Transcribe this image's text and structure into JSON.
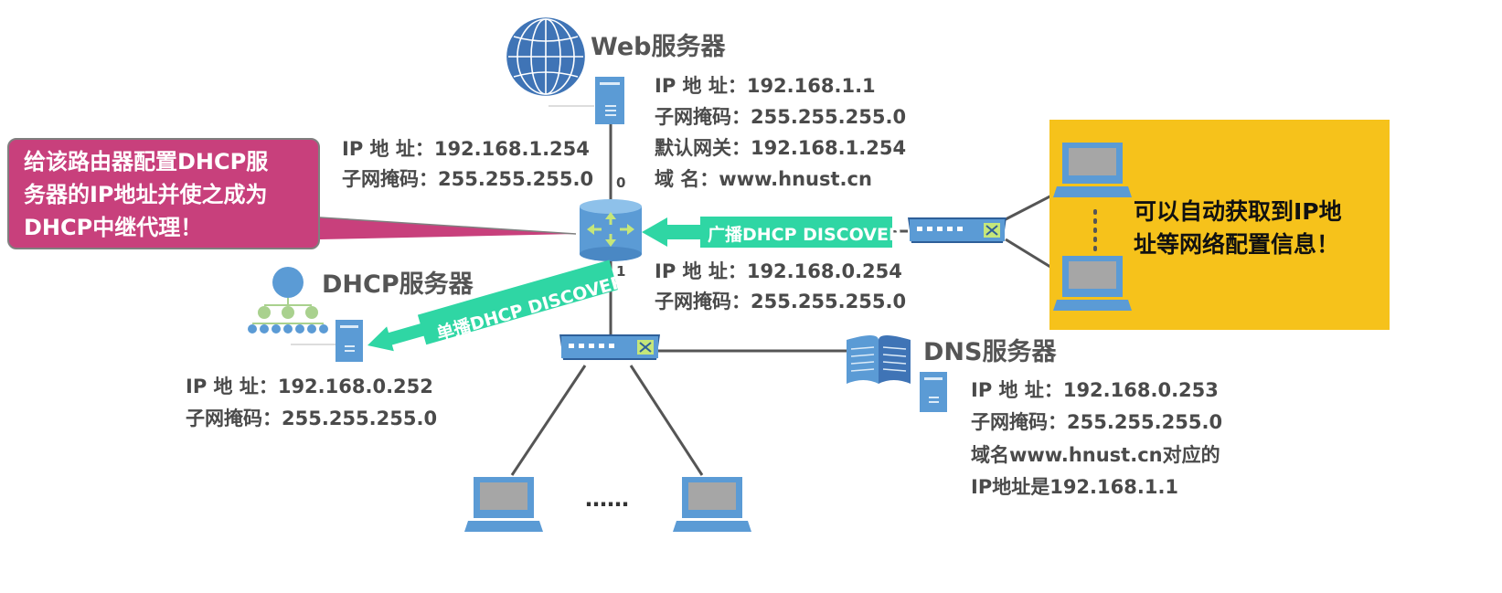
{
  "web_server": {
    "title": "Web服务器",
    "ip": "IP 地  址：192.168.1.1",
    "mask": "子网掩码：255.255.255.0",
    "gateway": "默认网关：192.168.1.254",
    "domain": "域        名：www.hnust.cn"
  },
  "router": {
    "upper_ip": "IP 地  址：192.168.1.254",
    "upper_mask": "子网掩码：255.255.255.0",
    "lower_ip": "IP 地  址：192.168.0.254",
    "lower_mask": "子网掩码：255.255.255.0",
    "port_top": "0",
    "port_bottom": "1"
  },
  "dhcp_server": {
    "title": "DHCP服务器",
    "ip": "IP 地  址：192.168.0.252",
    "mask": "子网掩码：255.255.255.0"
  },
  "dns_server": {
    "title": "DNS服务器",
    "ip": "IP 地  址：192.168.0.253",
    "mask": "子网掩码：255.255.255.0",
    "note_line1": "域名www.hnust.cn对应的",
    "note_line2": "IP地址是192.168.1.1"
  },
  "callout_router": {
    "line1": "给该路由器配置DHCP服",
    "line2": "务器的IP地址并使之成为",
    "line3": "DHCP中继代理！"
  },
  "callout_hosts": {
    "line1": "可以自动获取到IP地",
    "line2": "址等网络配置信息！"
  },
  "arrows": {
    "broadcast": "广播DHCP DISCOVER",
    "unicast": "单播DHCP DISCOVER"
  },
  "ellipsis": "……",
  "colors": {
    "arrow": "#2fd6a4",
    "device_blue": "#5b9bd5",
    "pink_callout": "#c8407c",
    "yellow_callout": "#f6c21b"
  }
}
